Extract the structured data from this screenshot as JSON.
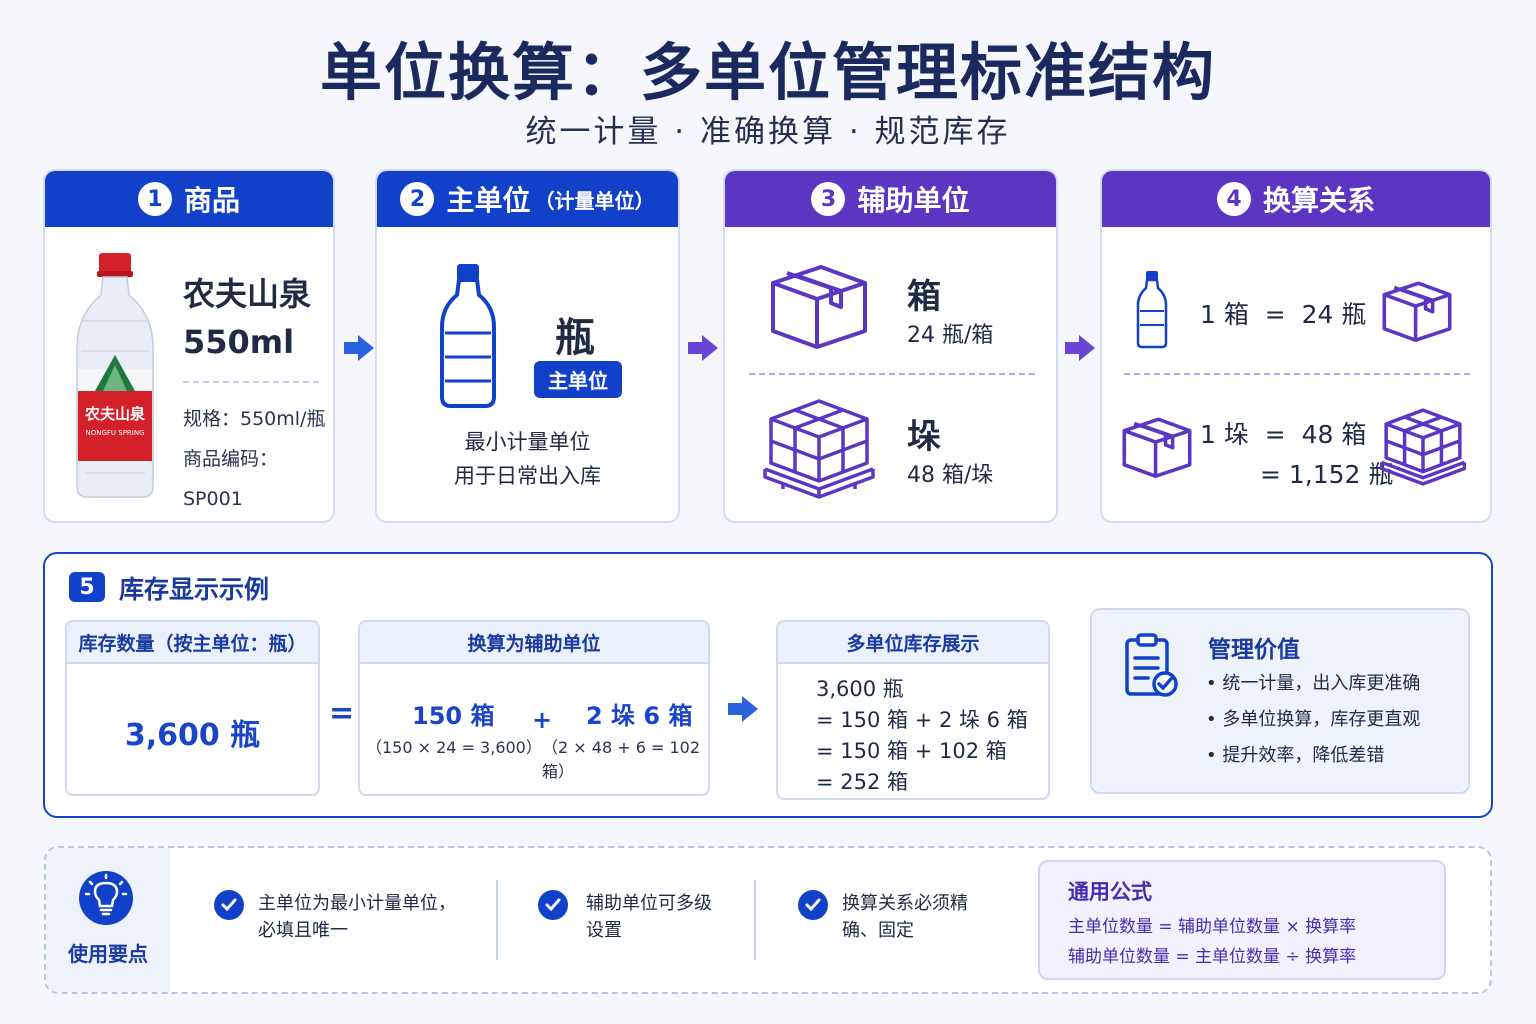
{
  "header": {
    "title": "单位换算：多单位管理标准结构",
    "subtitle": "统一计量 · 准确换算 · 规范库存"
  },
  "cards": {
    "product": {
      "num": "1",
      "title": "商品",
      "name_line1": "农夫山泉",
      "name_line2": "550ml",
      "spec": "规格：550ml/瓶",
      "code": "商品编码：SP001",
      "bottle_brand": "农夫山泉",
      "bottle_sub": "NONGFU SPRING"
    },
    "main_unit": {
      "num": "2",
      "title": "主单位",
      "title_note": "（计量单位）",
      "unit": "瓶",
      "badge": "主单位",
      "desc1": "最小计量单位",
      "desc2": "用于日常出入库"
    },
    "aux_unit": {
      "num": "3",
      "title": "辅助单位",
      "box_name": "箱",
      "box_rule": "24 瓶/箱",
      "pallet_name": "垛",
      "pallet_rule": "48 箱/垛"
    },
    "relation": {
      "num": "4",
      "title": "换算关系",
      "rel1": "1 箱  =  24 瓶",
      "rel2a": "1 垛  =  48 箱",
      "rel2b": "= 1,152 瓶"
    }
  },
  "inventory": {
    "num": "5",
    "title": "库存显示示例",
    "qty_head": "库存数量（按主单位：瓶）",
    "qty_value": "3,600 瓶",
    "equals": "=",
    "conv_head": "换算为辅助单位",
    "conv_a": "150 箱",
    "conv_a_note": "（150 × 24 = 3,600）",
    "plus": "+",
    "conv_b": "2 垛 6 箱",
    "conv_b_note": "（2 × 48 + 6 = 102 箱）",
    "display_head": "多单位库存展示",
    "display_lines": [
      "3,600 瓶",
      "= 150 箱 + 2 垛 6 箱",
      "= 150 箱 + 102 箱",
      "= 252 箱"
    ],
    "mgmt_title": "管理价值",
    "mgmt_items": [
      "统一计量，出入库更准确",
      "多单位换算，库存更直观",
      "提升效率，降低差错"
    ]
  },
  "tips": {
    "label": "使用要点",
    "points": [
      {
        "l1": "主单位为最小计量单位，",
        "l2": "必填且唯一"
      },
      {
        "l1": "辅助单位可多级",
        "l2": "设置"
      },
      {
        "l1": "换算关系必须精",
        "l2": "确、固定"
      }
    ],
    "formula_title": "通用公式",
    "formula1": "主单位数量 = 辅助单位数量 × 换算率",
    "formula2": "辅助单位数量 = 主单位数量 ÷ 换算率"
  },
  "colors": {
    "blue": "#1241c9",
    "purple": "#5a36c2",
    "bottle_red": "#d3202a",
    "bottle_green": "#1e7a3c"
  },
  "icons": [
    "bottle-icon",
    "box-icon",
    "pallet-icon",
    "arrow-right-icon",
    "clipboard-check-icon",
    "lightbulb-icon",
    "check-icon"
  ]
}
